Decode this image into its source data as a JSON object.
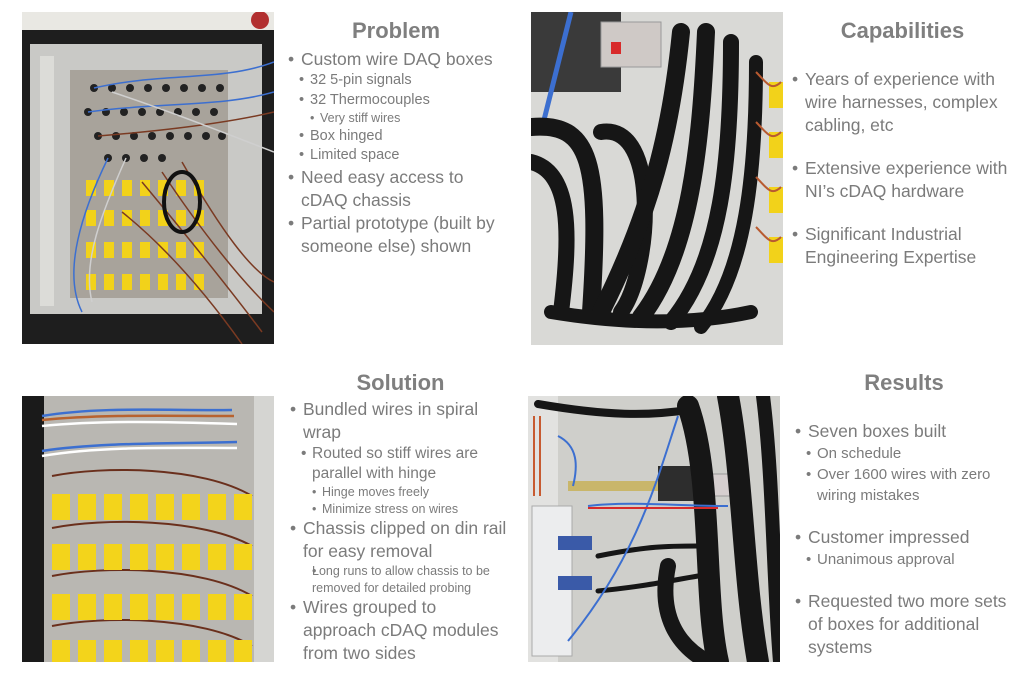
{
  "colors": {
    "text": "#7b7b7b",
    "background": "#ffffff",
    "connector_yellow": "#f2d21a",
    "wire_brown": "#7a3a22",
    "wire_blue": "#3c6fd0",
    "harness_black": "#1b1b1b"
  },
  "photos": [
    {
      "name": "prototype-daq-box-photo",
      "description": "Partial prototype DAQ box with loose wiring"
    },
    {
      "name": "spiral-wrapped-harness-photo",
      "description": "Bundled wires in spiral wrap"
    },
    {
      "name": "thermocouple-panel-photo",
      "description": "Yellow thermocouple connectors with routed brown wires"
    },
    {
      "name": "finished-box-interior-photo",
      "description": "Finished box with cDAQ chassis on din rail"
    }
  ],
  "problem": {
    "title": "Problem",
    "items": [
      {
        "level": 1,
        "text": " Custom wire DAQ boxes"
      },
      {
        "level": 2,
        "text": "32 5-pin signals"
      },
      {
        "level": 2,
        "text": "32 Thermocouples"
      },
      {
        "level": 3,
        "text": "Very stiff wires"
      },
      {
        "level": 2,
        "text": "Box hinged"
      },
      {
        "level": 2,
        "text": "Limited space"
      },
      {
        "level": 1,
        "text": "Need easy access to cDAQ chassis"
      },
      {
        "level": 1,
        "text": "Partial prototype (built by someone else) shown"
      }
    ]
  },
  "capabilities": {
    "title": "Capabilities",
    "items": [
      {
        "level": 1,
        "text": "Years of experience with wire harnesses, complex cabling, etc"
      },
      {
        "level": 1,
        "text": "Extensive experience with NI’s cDAQ hardware"
      },
      {
        "level": 1,
        "text": "Significant Industrial Engineering Expertise"
      }
    ]
  },
  "solution": {
    "title": "Solution",
    "items": [
      {
        "level": 1,
        "text": "Bundled wires in spiral wrap"
      },
      {
        "level": 2,
        "text": "Routed so stiff wires are parallel with hinge"
      },
      {
        "level": 3,
        "text": "Hinge moves freely"
      },
      {
        "level": 3,
        "text": "Minimize stress on wires"
      },
      {
        "level": 1,
        "text": "Chassis clipped on din rail for easy removal"
      },
      {
        "level": 3,
        "text": "Long runs to allow chassis to be removed for detailed probing"
      },
      {
        "level": 1,
        "text": "Wires grouped to approach cDAQ modules from two sides"
      }
    ]
  },
  "results": {
    "title": "Results",
    "items": [
      {
        "level": 1,
        "text": "Seven boxes built"
      },
      {
        "level": 2,
        "text": "On schedule"
      },
      {
        "level": 2,
        "text": "Over 1600 wires with zero wiring mistakes"
      },
      {
        "level": 1,
        "text": "Customer impressed"
      },
      {
        "level": 2,
        "text": "Unanimous approval"
      },
      {
        "level": 1,
        "text": "Requested two more sets of boxes for additional systems"
      }
    ]
  }
}
